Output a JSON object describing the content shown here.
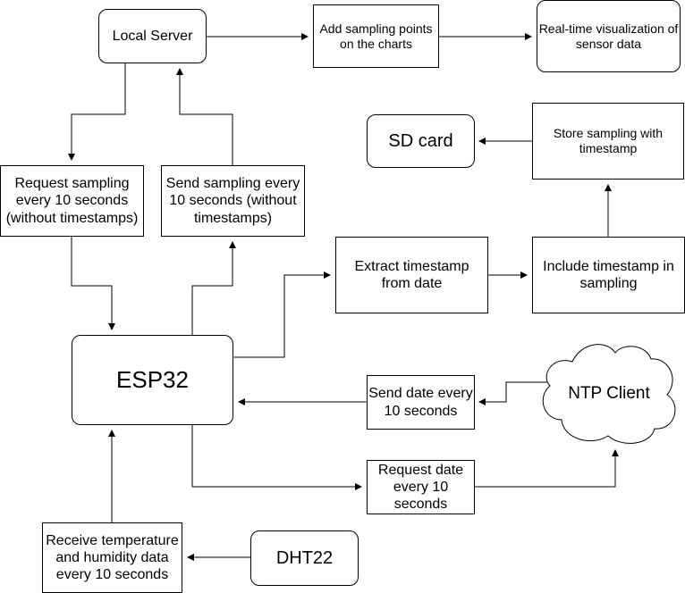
{
  "nodes": {
    "local_server": "Local Server",
    "add_points": "Add sampling points on the charts",
    "realtime_viz": "Real-time visualization of sensor data",
    "sd_card": "SD card",
    "store_sampling": "Store sampling with timestamp",
    "request_sampling": "Request sampling every 10 seconds (without timestamps)",
    "send_sampling": "Send sampling every 10 seconds (without timestamps)",
    "extract_timestamp": "Extract timestamp from date",
    "include_timestamp": "Include timestamp in sampling",
    "esp32": "ESP32",
    "send_date": "Send date every 10 seconds",
    "ntp_client": "NTP Client",
    "request_date": "Request date every 10 seconds",
    "receive_data": "Receive temperature and humidity data every 10 seconds",
    "dht22": "DHT22"
  }
}
